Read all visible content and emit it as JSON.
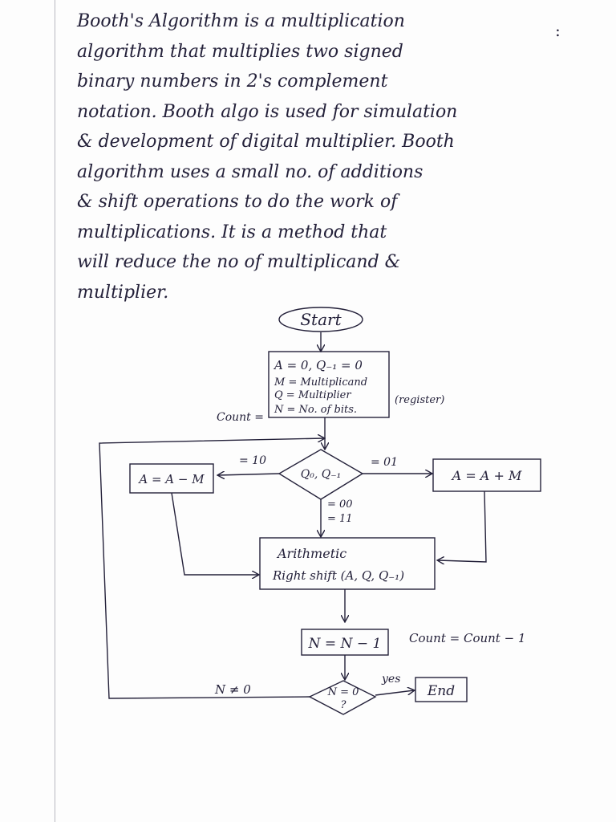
{
  "note": {
    "lines": [
      "Booth's Algorithm is a multiplication",
      "algorithm that multiplies two signed",
      "binary numbers in 2's complement",
      "notation. Booth algo is used for simulation",
      "& development of digital multiplier. Booth",
      "algorithm uses a small no. of additions",
      "& shift operations to do the work of",
      "multiplications. It is a method that",
      "will reduce the no of multiplicand &",
      "multiplier."
    ]
  },
  "flowchart": {
    "start": "Start",
    "init": [
      "A = 0,  Q₋₁ = 0",
      "M = Multiplicand",
      "Q = Multiplier",
      "N = No. of bits."
    ],
    "count_label": "Count =",
    "register_note": "(register)",
    "decision_q": "Q₀, Q₋₁",
    "edge_10": "= 10",
    "edge_01": "= 01",
    "edge_00": "= 00",
    "edge_11": "= 11",
    "sub_box": "A = A − M",
    "add_box": "A = A + M",
    "shift_box": [
      "Arithmetic",
      "Right shift (A, Q, Q₋₁)"
    ],
    "dec_box": "N = N − 1",
    "count_note": "Count = Count − 1",
    "decision_n": [
      "N = 0",
      "?"
    ],
    "edge_no": "N ≠ 0",
    "edge_yes": "yes",
    "end": "End"
  }
}
